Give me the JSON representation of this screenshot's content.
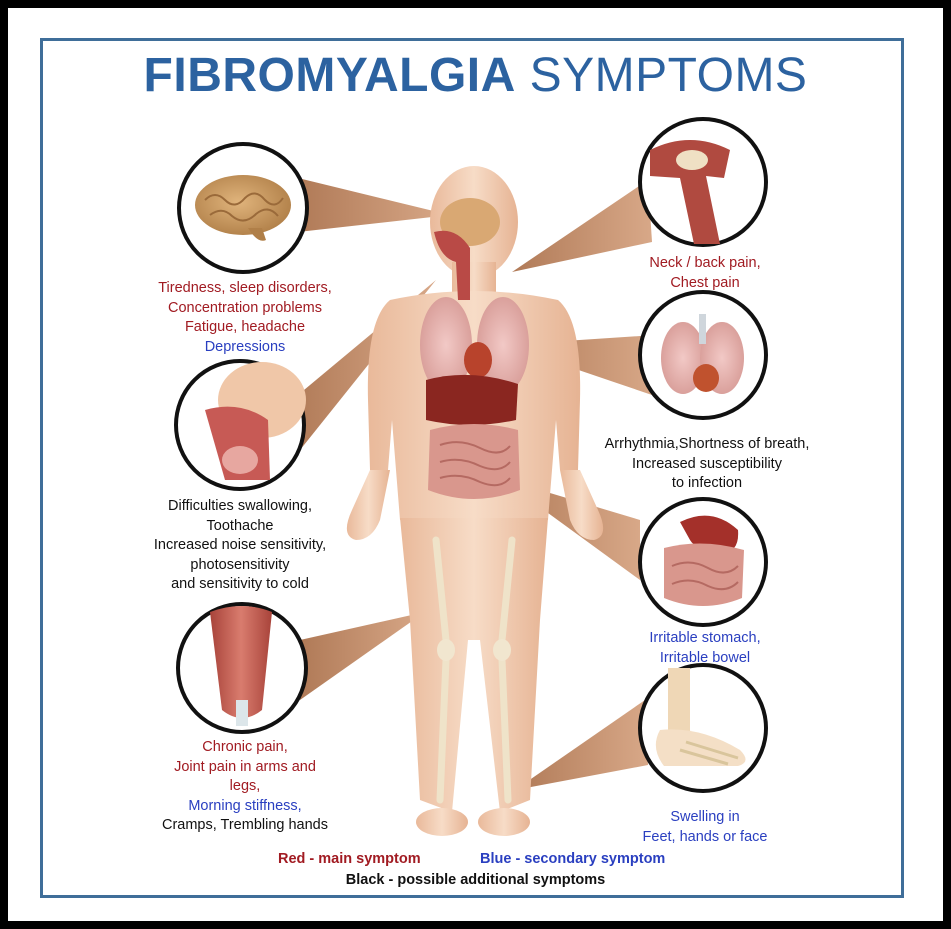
{
  "title": {
    "bold": "FIBROMYALGIA",
    "regular": "SYMPTOMS"
  },
  "colors": {
    "main": "#a11b22",
    "secondary": "#2a3fc0",
    "additional": "#111111",
    "frame": "#3f6e99",
    "title": "#2c62a0"
  },
  "callouts": {
    "brain": {
      "lines": [
        "Tiredness, sleep disorders,",
        "Concentration problems",
        "Fatigue, headache"
      ],
      "secondary": [
        "Depressions"
      ]
    },
    "throat": {
      "additional": [
        "Difficulties swallowing,",
        "Toothache",
        "Increased noise sensitivity,",
        "photosensitivity",
        "and sensitivity to cold"
      ]
    },
    "muscle": {
      "lines": [
        "Chronic pain,",
        "Joint pain in arms and",
        "legs,"
      ],
      "secondary": [
        "Morning stiffness,"
      ],
      "additional": [
        "Cramps, Trembling hands"
      ]
    },
    "shoulder": {
      "lines": [
        "Neck / back pain,",
        "Chest pain"
      ]
    },
    "lungs": {
      "additional": [
        "Arrhythmia,Shortness of breath,",
        "Increased susceptibility",
        "to infection"
      ]
    },
    "stomach": {
      "secondary": [
        "Irritable stomach,",
        "Irritable bowel"
      ]
    },
    "foot": {
      "secondary": [
        "Swelling in",
        "Feet, hands or face"
      ]
    }
  },
  "legend": {
    "main": "Red - main symptom",
    "secondary": "Blue - secondary symptom",
    "additional": "Black - possible additional symptoms"
  }
}
